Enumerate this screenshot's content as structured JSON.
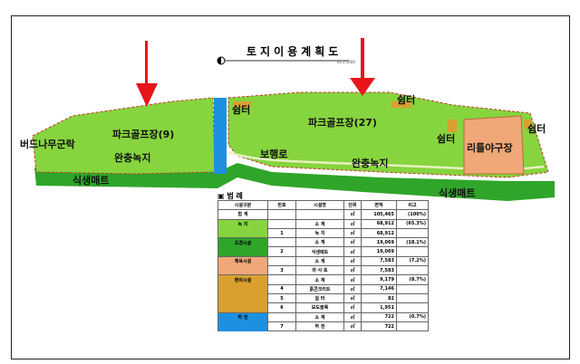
{
  "title": "토지이용계획도",
  "scale": "S=1:1000",
  "colors": {
    "park": "#7fd13b",
    "buffer": "#2fa52a",
    "sport": "#f0a878",
    "conv": "#d9a030",
    "river": "#1e90e0",
    "arrow": "#e8141c"
  },
  "labels": {
    "park_golf_9": "파크골프장(9)",
    "park_golf_27": "파크골프장(27)",
    "birch": "버드나무군락",
    "buffer_left": "완충녹지",
    "buffer_right": "완충녹지",
    "walkway": "보행로",
    "mat_left": "식생매트",
    "mat_right": "식생매트",
    "shelter1": "쉼터",
    "shelter2": "쉼터",
    "shelter3": "쉼터",
    "shelter4": "쉼터",
    "little_league": "리틀야구장"
  },
  "legend": {
    "title": "▣ 범 례",
    "headers": [
      "시설구분",
      "번호",
      "시설명",
      "단위",
      "면적",
      "비고"
    ],
    "rows": [
      [
        "합 계",
        "",
        "",
        "㎡",
        "105,465",
        "(100%)"
      ],
      [
        "녹 지",
        "",
        "소 계",
        "㎡",
        "68,912",
        "(65.3%)"
      ],
      [
        "",
        "1",
        "녹 지",
        "㎡",
        "68,912",
        ""
      ],
      [
        "조경시설",
        "",
        "소 계",
        "㎡",
        "19,069",
        "(18.1%)"
      ],
      [
        "",
        "2",
        "식생매트",
        "㎡",
        "19,069",
        ""
      ],
      [
        "체육시설",
        "",
        "소 계",
        "㎡",
        "7,583",
        "(7.2%)"
      ],
      [
        "",
        "3",
        "마 사 토",
        "㎡",
        "7,583",
        ""
      ],
      [
        "편의시설",
        "",
        "소 계",
        "㎡",
        "9,179",
        "(8.7%)"
      ],
      [
        "",
        "4",
        "흙콘크리트",
        "㎡",
        "7,146",
        ""
      ],
      [
        "",
        "5",
        "쉼 터",
        "㎡",
        "82",
        ""
      ],
      [
        "",
        "6",
        "보도블록",
        "㎡",
        "1,951",
        ""
      ],
      [
        "하 천",
        "",
        "소 계",
        "㎡",
        "722",
        "(0.7%)"
      ],
      [
        "",
        "7",
        "하 천",
        "㎡",
        "722",
        ""
      ]
    ]
  }
}
